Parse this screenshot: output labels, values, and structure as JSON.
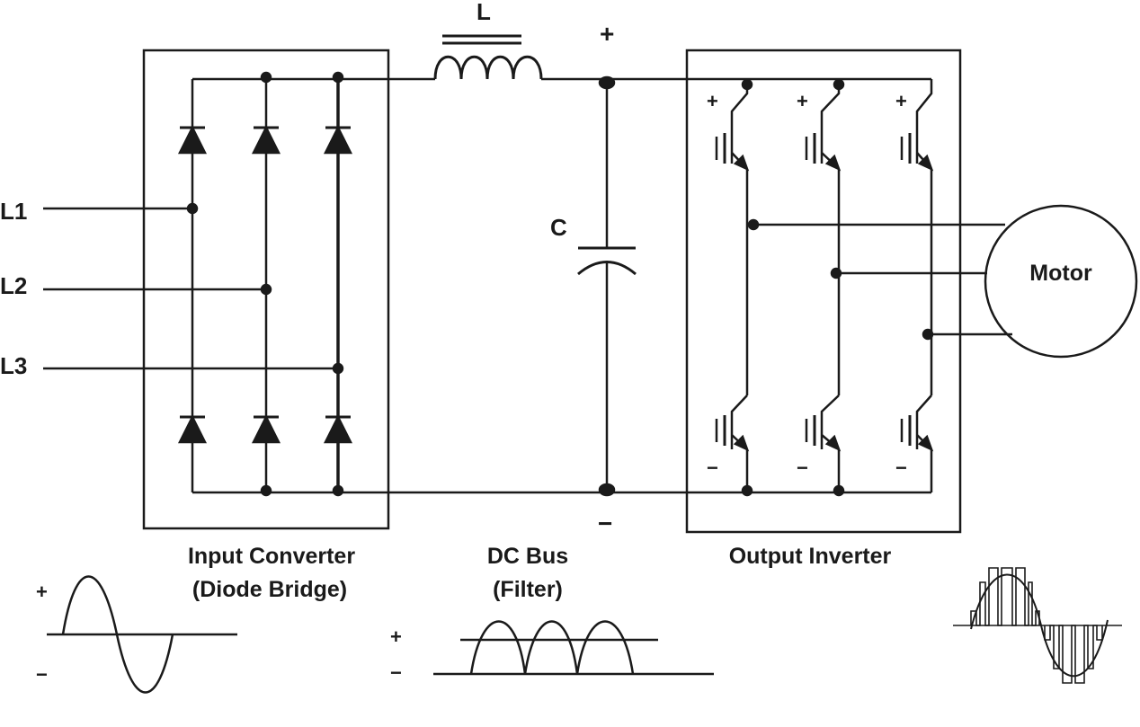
{
  "diagram": {
    "inputs": [
      "L1",
      "L2",
      "L3"
    ],
    "inductor_label": "L",
    "capacitor_label": "C",
    "bus_plus": "+",
    "bus_minus": "−",
    "motor_label": "Motor",
    "sections": {
      "input_converter": [
        "Input Converter",
        "(Diode Bridge)"
      ],
      "dc_bus": [
        "DC Bus",
        "(Filter)"
      ],
      "output_inverter": [
        "Output Inverter"
      ]
    },
    "switch_plus": "+",
    "switch_minus": "−",
    "waveforms": {
      "ac_input": {
        "plus": "+",
        "minus": "−"
      },
      "dc_ripple": {
        "plus": "+",
        "minus": "−"
      }
    }
  },
  "colors": {
    "line": "#1a1a1a",
    "background": "#ffffff"
  }
}
